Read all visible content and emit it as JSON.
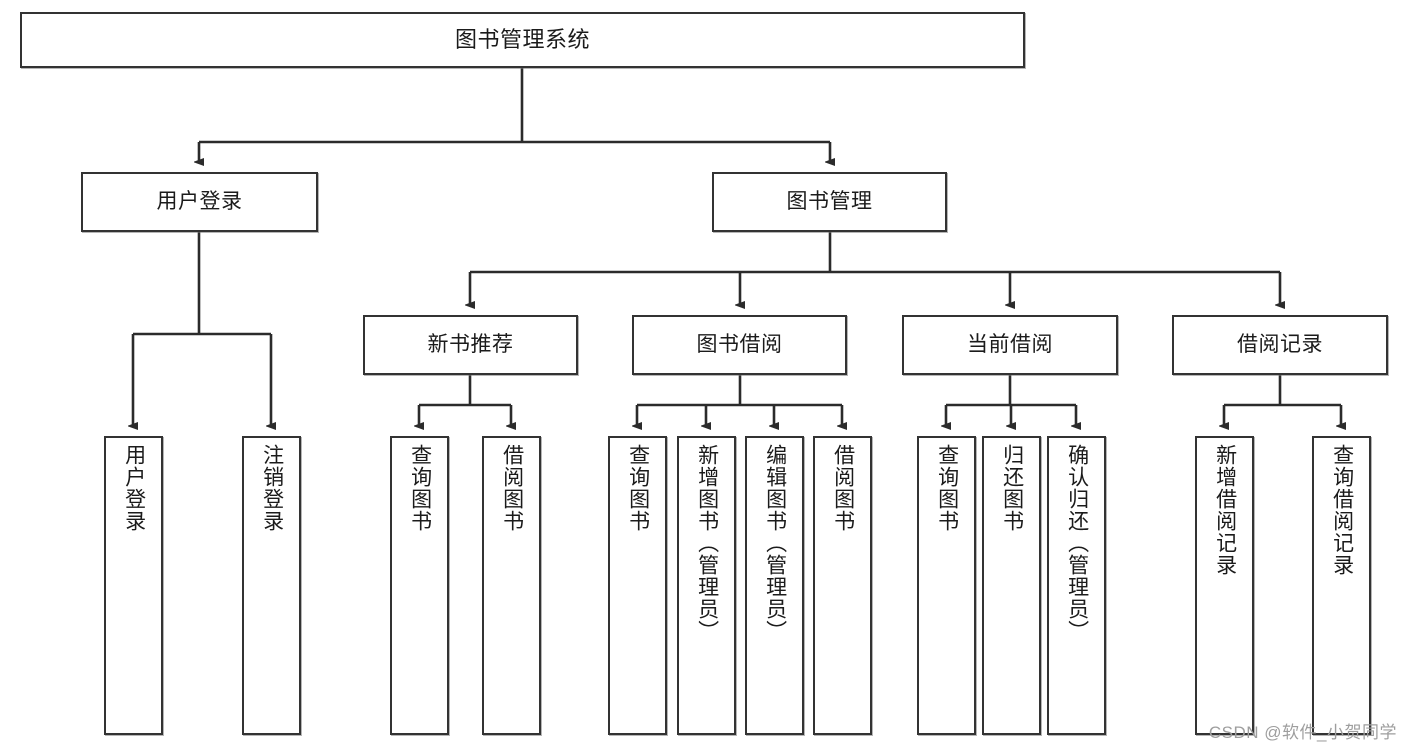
{
  "diagram": {
    "type": "tree-hierarchy",
    "title": "图书管理系统",
    "root": {
      "id": "root",
      "label": "图书管理系统"
    },
    "level1": [
      {
        "id": "user-login",
        "label": "用户登录"
      },
      {
        "id": "book-manage",
        "label": "图书管理"
      }
    ],
    "level2": [
      {
        "id": "new-book-rec",
        "label": "新书推荐",
        "parent": "book-manage"
      },
      {
        "id": "book-borrow",
        "label": "图书借阅",
        "parent": "book-manage"
      },
      {
        "id": "current-borrow",
        "label": "当前借阅",
        "parent": "book-manage"
      },
      {
        "id": "borrow-record",
        "label": "借阅记录",
        "parent": "book-manage"
      }
    ],
    "leaves": {
      "user_login": [
        {
          "id": "leaf-user-login",
          "label": "用户登录"
        },
        {
          "id": "leaf-user-logout",
          "label": "注销登录"
        }
      ],
      "new_book_rec": [
        {
          "id": "leaf-query-book-1",
          "label": "查询图书"
        },
        {
          "id": "leaf-borrow-book-1",
          "label": "借阅图书"
        }
      ],
      "book_borrow": [
        {
          "id": "leaf-query-book-2",
          "label": "查询图书"
        },
        {
          "id": "leaf-add-book",
          "label": "新增图书（管理员）"
        },
        {
          "id": "leaf-edit-book",
          "label": "编辑图书（管理员）"
        },
        {
          "id": "leaf-borrow-book-2",
          "label": "借阅图书"
        }
      ],
      "current_borrow": [
        {
          "id": "leaf-query-book-3",
          "label": "查询图书"
        },
        {
          "id": "leaf-return-book",
          "label": "归还图书"
        },
        {
          "id": "leaf-confirm-return",
          "label": "确认归还（管理员）"
        }
      ],
      "borrow_record": [
        {
          "id": "leaf-add-record",
          "label": "新增借阅记录"
        },
        {
          "id": "leaf-query-record",
          "label": "查询借阅记录"
        }
      ]
    }
  },
  "watermark": {
    "text": "CSDN @软件_小贺同学"
  },
  "colors": {
    "border": "#333333",
    "background": "#ffffff",
    "text": "#1b1b1b",
    "connector": "#2b2b2b",
    "watermark": "#9e9e9e"
  }
}
